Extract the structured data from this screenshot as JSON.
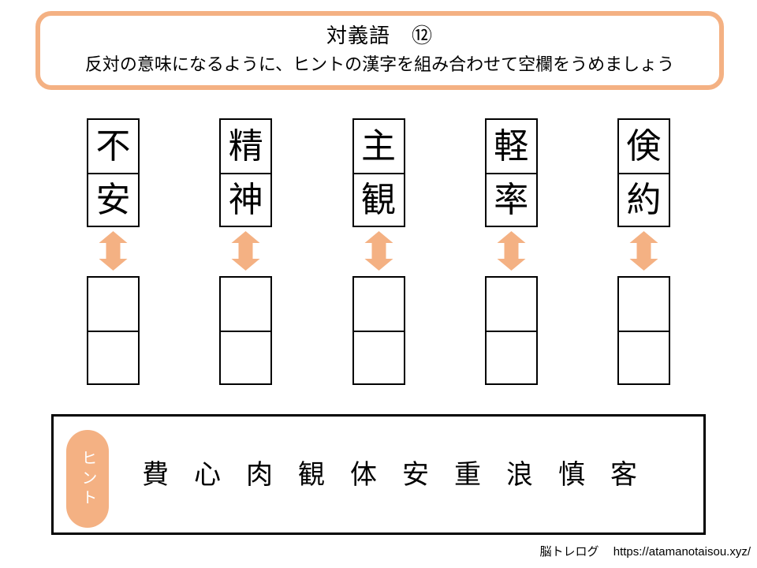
{
  "page": {
    "accent_color": "#F4B183",
    "border_color": "#000000",
    "background_color": "#FFFFFF"
  },
  "header": {
    "title": "対義語　⑫",
    "instruction": "反対の意味になるように、ヒントの漢字を組み合わせて空欄をうめましょう"
  },
  "puzzle": {
    "pairs": [
      {
        "word": [
          "不",
          "安"
        ]
      },
      {
        "word": [
          "精",
          "神"
        ]
      },
      {
        "word": [
          "主",
          "観"
        ]
      },
      {
        "word": [
          "軽",
          "率"
        ]
      },
      {
        "word": [
          "倹",
          "約"
        ]
      }
    ]
  },
  "hint": {
    "label": "ヒント",
    "characters": [
      "費",
      "心",
      "肉",
      "観",
      "体",
      "安",
      "重",
      "浪",
      "慎",
      "客"
    ]
  },
  "footer": {
    "site_name": "脳トレログ",
    "url": "https://atamanotaisou.xyz/"
  }
}
